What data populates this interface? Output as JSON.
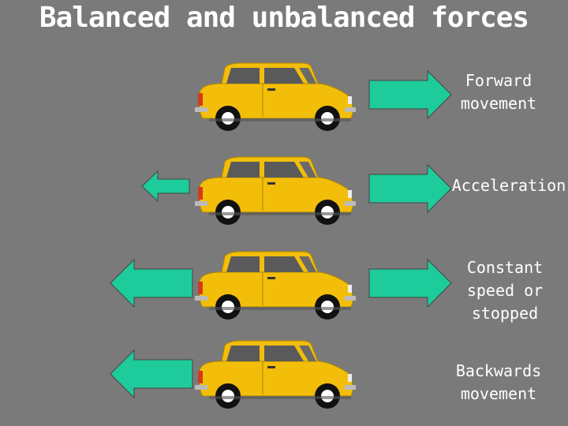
{
  "title": "Balanced and unbalanced forces",
  "colors": {
    "background": "#7a7a7a",
    "arrow_fill": "#1ecb9a",
    "car_body": "#f2be0a"
  },
  "rows": [
    {
      "label_line1": "Forward",
      "label_line2": "movement",
      "label_line3": ""
    },
    {
      "label_line1": "Acceleration",
      "label_line2": "",
      "label_line3": ""
    },
    {
      "label_line1": "Constant",
      "label_line2": "speed or",
      "label_line3": "stopped"
    },
    {
      "label_line1": "Backwards",
      "label_line2": "movement",
      "label_line3": ""
    }
  ]
}
